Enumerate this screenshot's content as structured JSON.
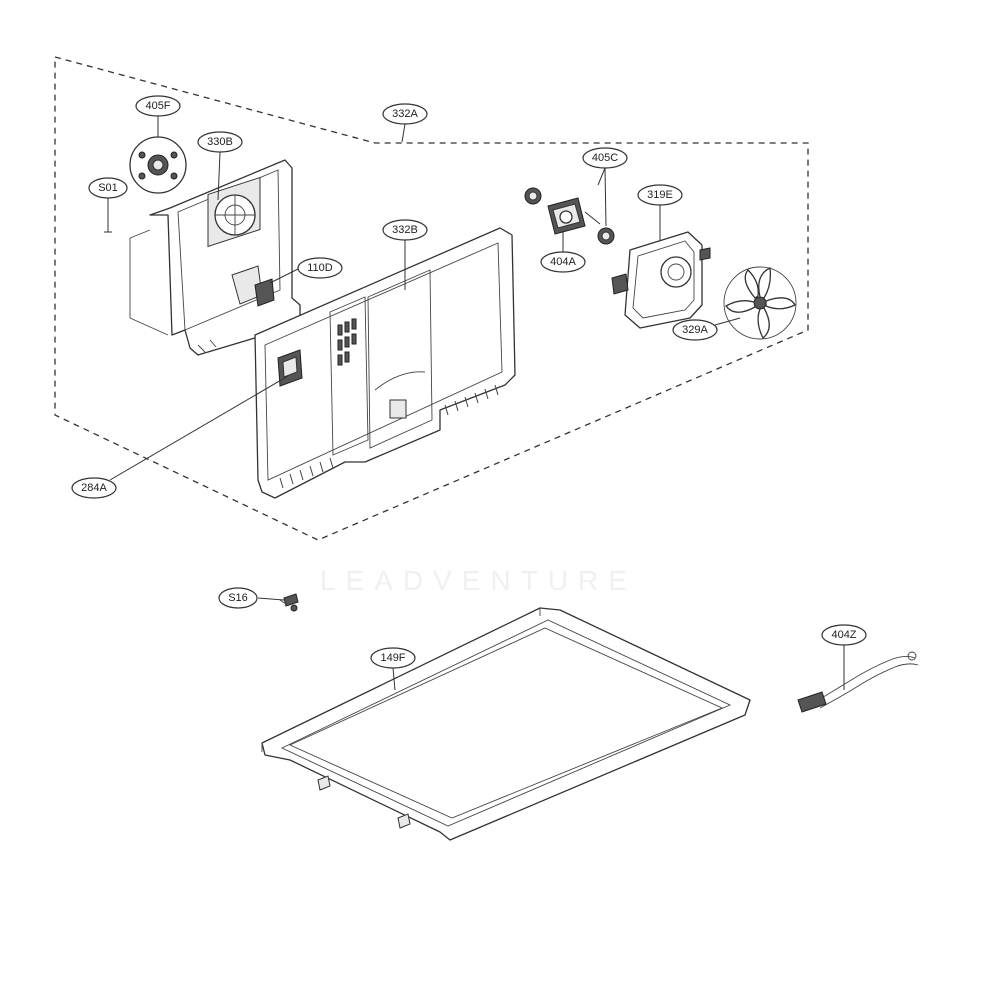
{
  "callouts": [
    {
      "id": "332A",
      "label": "332A"
    },
    {
      "id": "405F",
      "label": "405F"
    },
    {
      "id": "330B",
      "label": "330B"
    },
    {
      "id": "S01",
      "label": "S01"
    },
    {
      "id": "110D",
      "label": "110D"
    },
    {
      "id": "332B",
      "label": "332B"
    },
    {
      "id": "405C",
      "label": "405C"
    },
    {
      "id": "319E",
      "label": "319E"
    },
    {
      "id": "404A",
      "label": "404A"
    },
    {
      "id": "329A",
      "label": "329A"
    },
    {
      "id": "284A",
      "label": "284A"
    },
    {
      "id": "S16",
      "label": "S16"
    },
    {
      "id": "149F",
      "label": "149F"
    },
    {
      "id": "404Z",
      "label": "404Z"
    }
  ],
  "watermark": "LEADVENTURE"
}
